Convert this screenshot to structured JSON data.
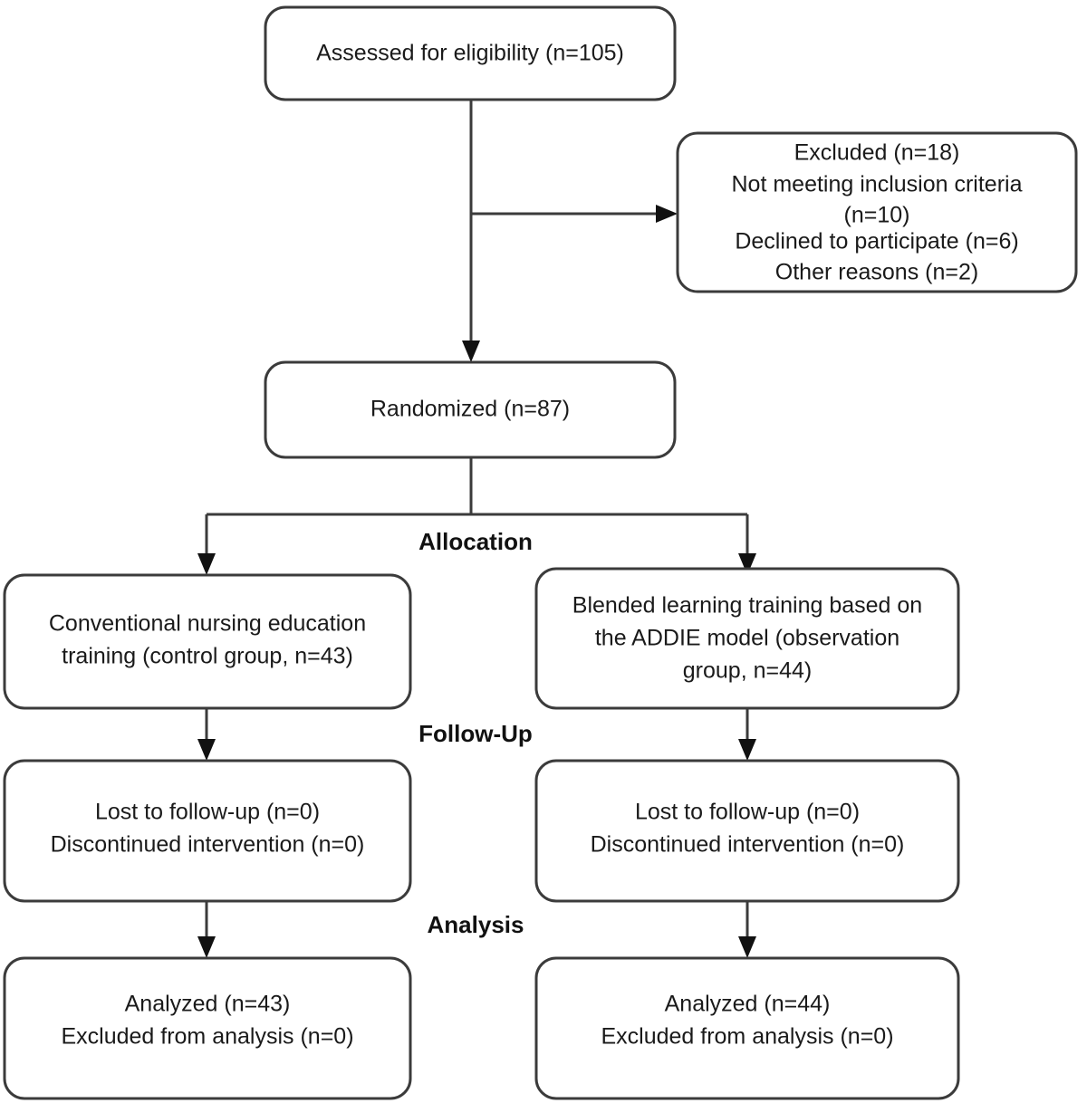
{
  "diagram": {
    "type": "consort-flow-diagram",
    "colors": {
      "background": "#ffffff",
      "box_border": "#3b3b3b",
      "box_fill": "#ffffff",
      "text": "#1a1a1a",
      "connector": "#3b3b3b",
      "arrow_head": "#111111"
    },
    "enrollment": {
      "assessed_box": {
        "lines": [
          "Assessed for eligibility (n=105)"
        ]
      },
      "excluded_box": {
        "lines": [
          "Excluded (n=18)",
          "Not meeting inclusion criteria",
          "(n=10)",
          "Declined to participate (n=6)",
          "Other reasons (n=2)"
        ]
      },
      "randomized_box": {
        "lines": [
          "Randomized (n=87)"
        ]
      }
    },
    "stage_labels": {
      "allocation": "Allocation",
      "follow_up": "Follow-Up",
      "analysis": "Analysis"
    },
    "allocation": {
      "left_box": {
        "lines": [
          "Conventional nursing education",
          "training (control group, n=43)"
        ]
      },
      "right_box": {
        "lines": [
          "Blended learning training based on",
          "the ADDIE model (observation",
          "group, n=44)"
        ]
      }
    },
    "follow_up": {
      "left_box": {
        "lines": [
          "Lost to follow-up (n=0)",
          "Discontinued intervention (n=0)"
        ]
      },
      "right_box": {
        "lines": [
          "Lost to follow-up (n=0)",
          "Discontinued intervention (n=0)"
        ]
      }
    },
    "analysis": {
      "left_box": {
        "lines": [
          "Analyzed (n=43)",
          "Excluded from analysis (n=0)"
        ]
      },
      "right_box": {
        "lines": [
          "Analyzed (n=44)",
          "Excluded from analysis (n=0)"
        ]
      }
    }
  }
}
